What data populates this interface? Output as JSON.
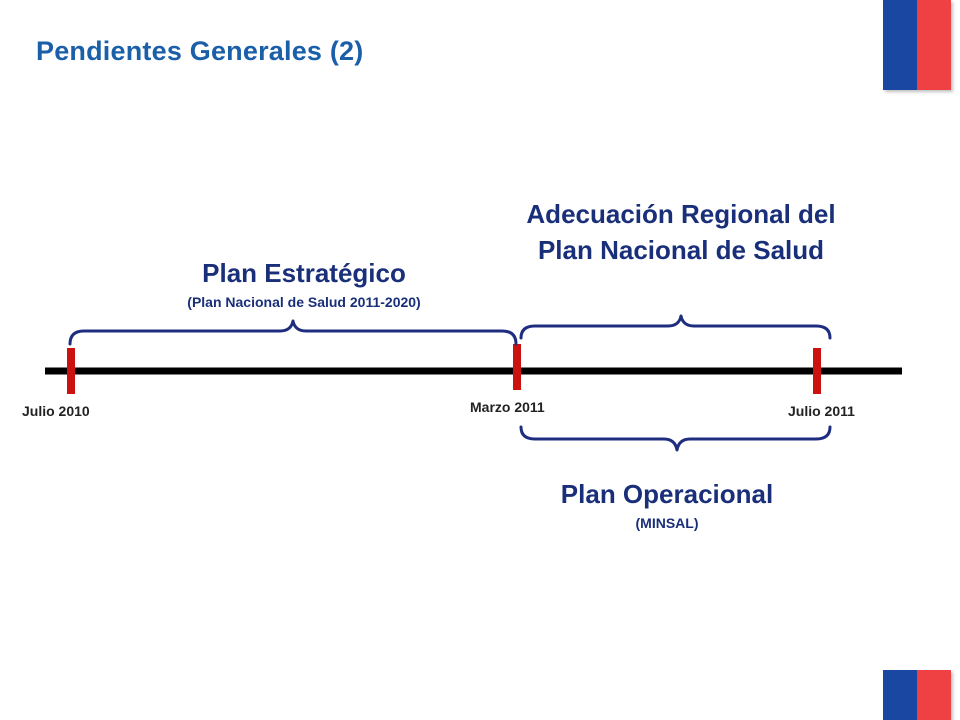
{
  "slide": {
    "title": "Pendientes Generales (2)"
  },
  "colors": {
    "title": "#1a5fa8",
    "label": "#1a2f7a",
    "brace": "#1f2d80",
    "marker": "#cc1111",
    "timeline": "#000000",
    "flag_blue": "#1a47a1",
    "flag_red": "#ef4044"
  },
  "timeline": {
    "dates": {
      "start": "Julio  2010",
      "mid": "Marzo 2011",
      "end": "Julio 2011"
    }
  },
  "phases": {
    "estrategico": {
      "title": "Plan Estratégico",
      "subtitle": "(Plan Nacional de Salud 2011-2020)"
    },
    "regional": {
      "line1": "Adecuación Regional del",
      "line2": "Plan Nacional de Salud"
    },
    "operacional": {
      "title": "Plan Operacional",
      "subtitle": "(MINSAL)"
    }
  }
}
